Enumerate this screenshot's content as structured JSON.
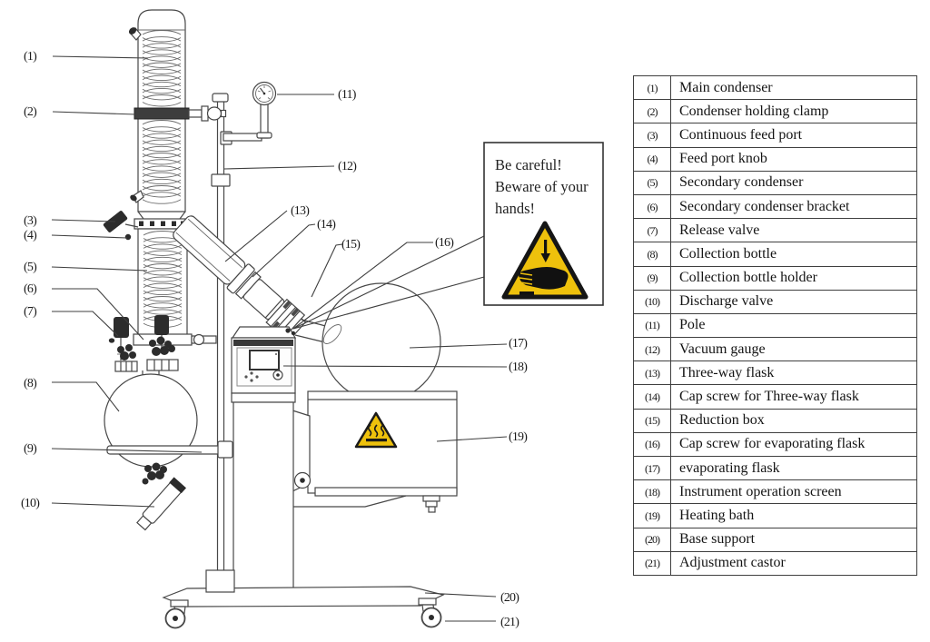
{
  "diagram": {
    "callouts": [
      "(1)",
      "(2)",
      "(3)",
      "(4)",
      "(5)",
      "(6)",
      "(7)",
      "(8)",
      "(9)",
      "(10)",
      "(11)",
      "(12)",
      "(13)",
      "(14)",
      "(15)",
      "(16)",
      "(17)",
      "(18)",
      "(19)",
      "(20)",
      "(21)"
    ]
  },
  "warning_box": {
    "lines": [
      "Be careful!",
      "Beware of your",
      "hands!"
    ]
  },
  "legend": {
    "rows": [
      {
        "num": "(1)",
        "name": "Main condenser"
      },
      {
        "num": "(2)",
        "name": "Condenser holding clamp"
      },
      {
        "num": "(3)",
        "name": "Continuous feed port"
      },
      {
        "num": "(4)",
        "name": "Feed port knob"
      },
      {
        "num": "(5)",
        "name": "Secondary condenser"
      },
      {
        "num": "(6)",
        "name": "Secondary condenser bracket"
      },
      {
        "num": "(7)",
        "name": "Release valve"
      },
      {
        "num": "(8)",
        "name": "Collection bottle"
      },
      {
        "num": "(9)",
        "name": "Collection bottle holder"
      },
      {
        "num": "(10)",
        "name": "Discharge valve"
      },
      {
        "num": "(11)",
        "name": "Pole"
      },
      {
        "num": "(12)",
        "name": "Vacuum gauge"
      },
      {
        "num": "(13)",
        "name": "Three-way flask"
      },
      {
        "num": "(14)",
        "name": "Cap screw for Three-way flask"
      },
      {
        "num": "(15)",
        "name": "Reduction box"
      },
      {
        "num": "(16)",
        "name": "Cap screw for evaporating flask"
      },
      {
        "num": "(17)",
        "name": "evaporating flask"
      },
      {
        "num": "(18)",
        "name": "Instrument operation screen"
      },
      {
        "num": "(19)",
        "name": "Heating bath"
      },
      {
        "num": "(20)",
        "name": "Base support"
      },
      {
        "num": "(21)",
        "name": "Adjustment castor"
      }
    ]
  },
  "colors": {
    "warning_yellow": "#eec10c",
    "line_gray": "#474747",
    "dark_fill": "#2c2c2c"
  }
}
